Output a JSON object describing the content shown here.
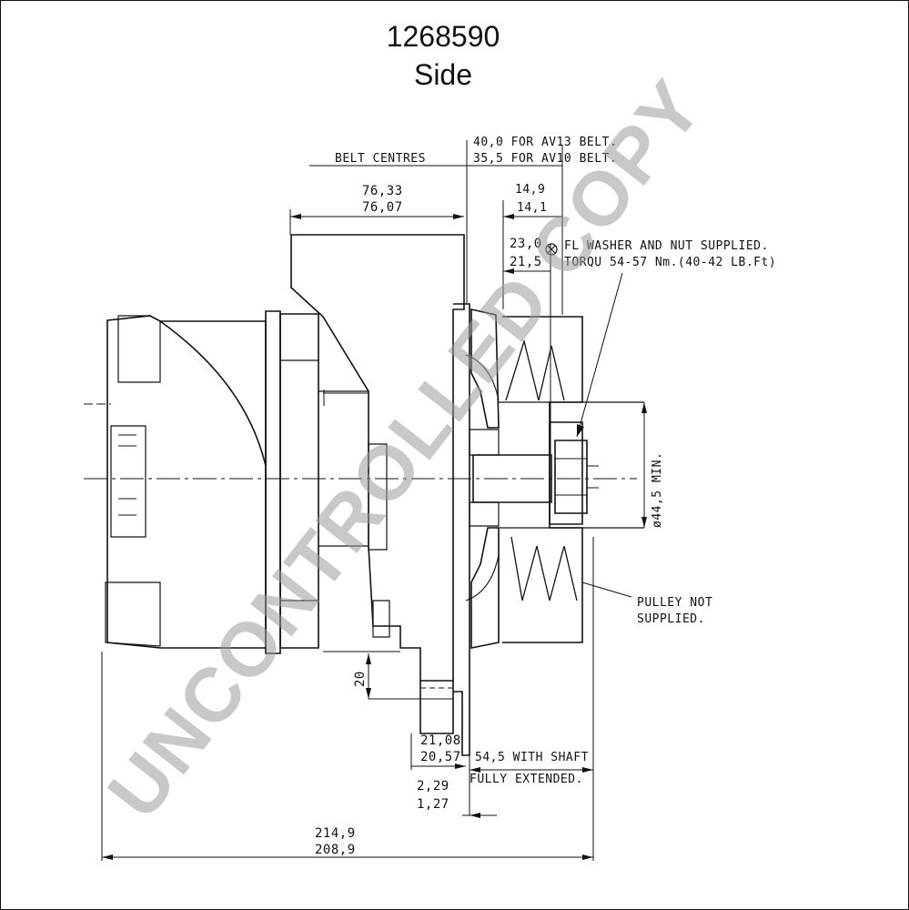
{
  "header": {
    "part_number": "1268590",
    "view": "Side"
  },
  "watermark": "UNCONTROLLED COPY",
  "dimensions": {
    "belt_centres": "BELT CENTRES",
    "av13_belt": "40,0 FOR AV13 BELT.",
    "av10_belt": "35,5 FOR AV10 BELT.",
    "d_76_33": "76,33",
    "d_76_07": "76,07",
    "d_14_9": "14,9",
    "d_14_1": "14,1",
    "d_23_0": "23,0",
    "d_21_5": "21,5",
    "d_20": "20",
    "d_21_08": "21,08",
    "d_20_57": "20,57",
    "d_54_5": "54,5 WITH SHAFT",
    "fully_extended": "FULLY EXTENDED.",
    "d_2_29": "2,29",
    "d_1_27": "1,27",
    "d_214_9": "214,9",
    "d_208_9": "208,9",
    "dia_44_5": "ø44,5 MIN."
  },
  "notes": {
    "washer_line1": "FL WASHER AND NUT SUPPLIED.",
    "washer_line2": "TORQU 54-57 Nm.(40-42 LB.Ft)",
    "pulley_line1": "PULLEY NOT",
    "pulley_line2": "SUPPLIED."
  }
}
